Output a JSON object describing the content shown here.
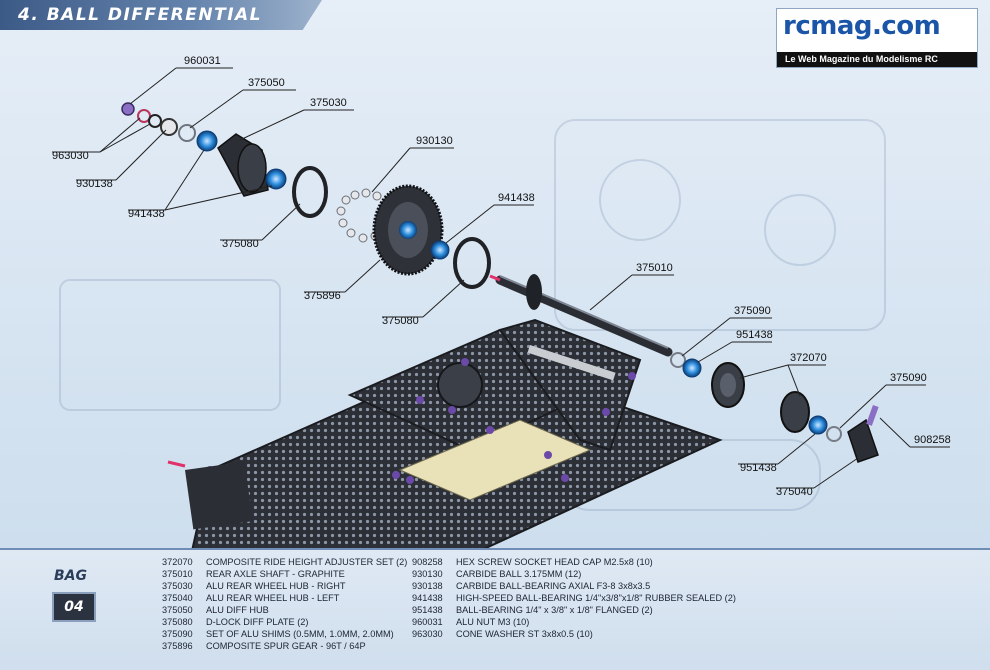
{
  "header": {
    "title": "4. BALL DIFFERENTIAL"
  },
  "logo": {
    "name": "rcmag.com",
    "tagline": "Le Web Magazine du Modelisme RC"
  },
  "callouts": [
    "960031",
    "375050",
    "375030",
    "963030",
    "930138",
    "930130",
    "941438",
    "375080",
    "941438",
    "375896",
    "375080",
    "375010",
    "375090",
    "951438",
    "372070",
    "375090",
    "908258",
    "951438",
    "375040"
  ],
  "bag": {
    "label": "BAG",
    "number": "04"
  },
  "parts_left": [
    {
      "code": "372070",
      "desc": "COMPOSITE RIDE HEIGHT ADJUSTER SET (2)"
    },
    {
      "code": "375010",
      "desc": "REAR AXLE SHAFT - GRAPHITE"
    },
    {
      "code": "375030",
      "desc": "ALU REAR WHEEL HUB - RIGHT"
    },
    {
      "code": "375040",
      "desc": "ALU REAR WHEEL HUB - LEFT"
    },
    {
      "code": "375050",
      "desc": "ALU DIFF HUB"
    },
    {
      "code": "375080",
      "desc": "D-LOCK DIFF PLATE (2)"
    },
    {
      "code": "375090",
      "desc": "SET OF ALU SHIMS (0.5MM, 1.0MM, 2.0MM)"
    },
    {
      "code": "375896",
      "desc": "COMPOSITE SPUR GEAR - 96T / 64P"
    }
  ],
  "parts_right": [
    {
      "code": "908258",
      "desc": "HEX SCREW SOCKET HEAD CAP M2.5x8 (10)"
    },
    {
      "code": "930130",
      "desc": "CARBIDE BALL 3.175MM (12)"
    },
    {
      "code": "930138",
      "desc": "CARBIDE BALL-BEARING AXIAL F3-8 3x8x3.5"
    },
    {
      "code": "941438",
      "desc": "HIGH-SPEED BALL-BEARING 1/4\"x3/8\"x1/8\" RUBBER SEALED (2)"
    },
    {
      "code": "951438",
      "desc": "BALL-BEARING 1/4\" x 3/8\" x 1/8\" FLANGED (2)"
    },
    {
      "code": "960031",
      "desc": "ALU NUT M3 (10)"
    },
    {
      "code": "963030",
      "desc": "CONE WASHER ST 3x8x0.5 (10)"
    }
  ]
}
